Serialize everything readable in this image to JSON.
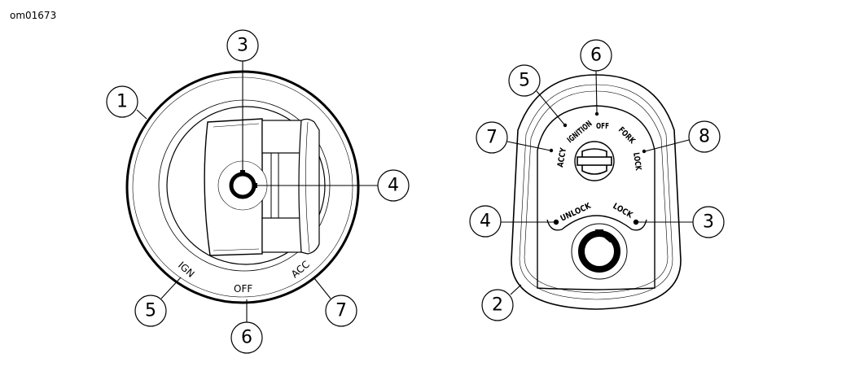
{
  "figure_id": "om01673",
  "left_figure": {
    "callouts": [
      "1",
      "3",
      "4",
      "5",
      "6",
      "7"
    ],
    "labels": {
      "ign": "IGN",
      "off": "OFF",
      "acc": "ACC"
    }
  },
  "right_figure": {
    "callouts": [
      "6",
      "5",
      "7",
      "8",
      "4",
      "3",
      "2"
    ],
    "labels": {
      "accy": "ACCY",
      "ignition": "IGNITION",
      "off": "OFF",
      "fork": "FORK",
      "lock_top": "LOCK",
      "unlock": "UNLOCK",
      "lock": "LOCK"
    }
  }
}
